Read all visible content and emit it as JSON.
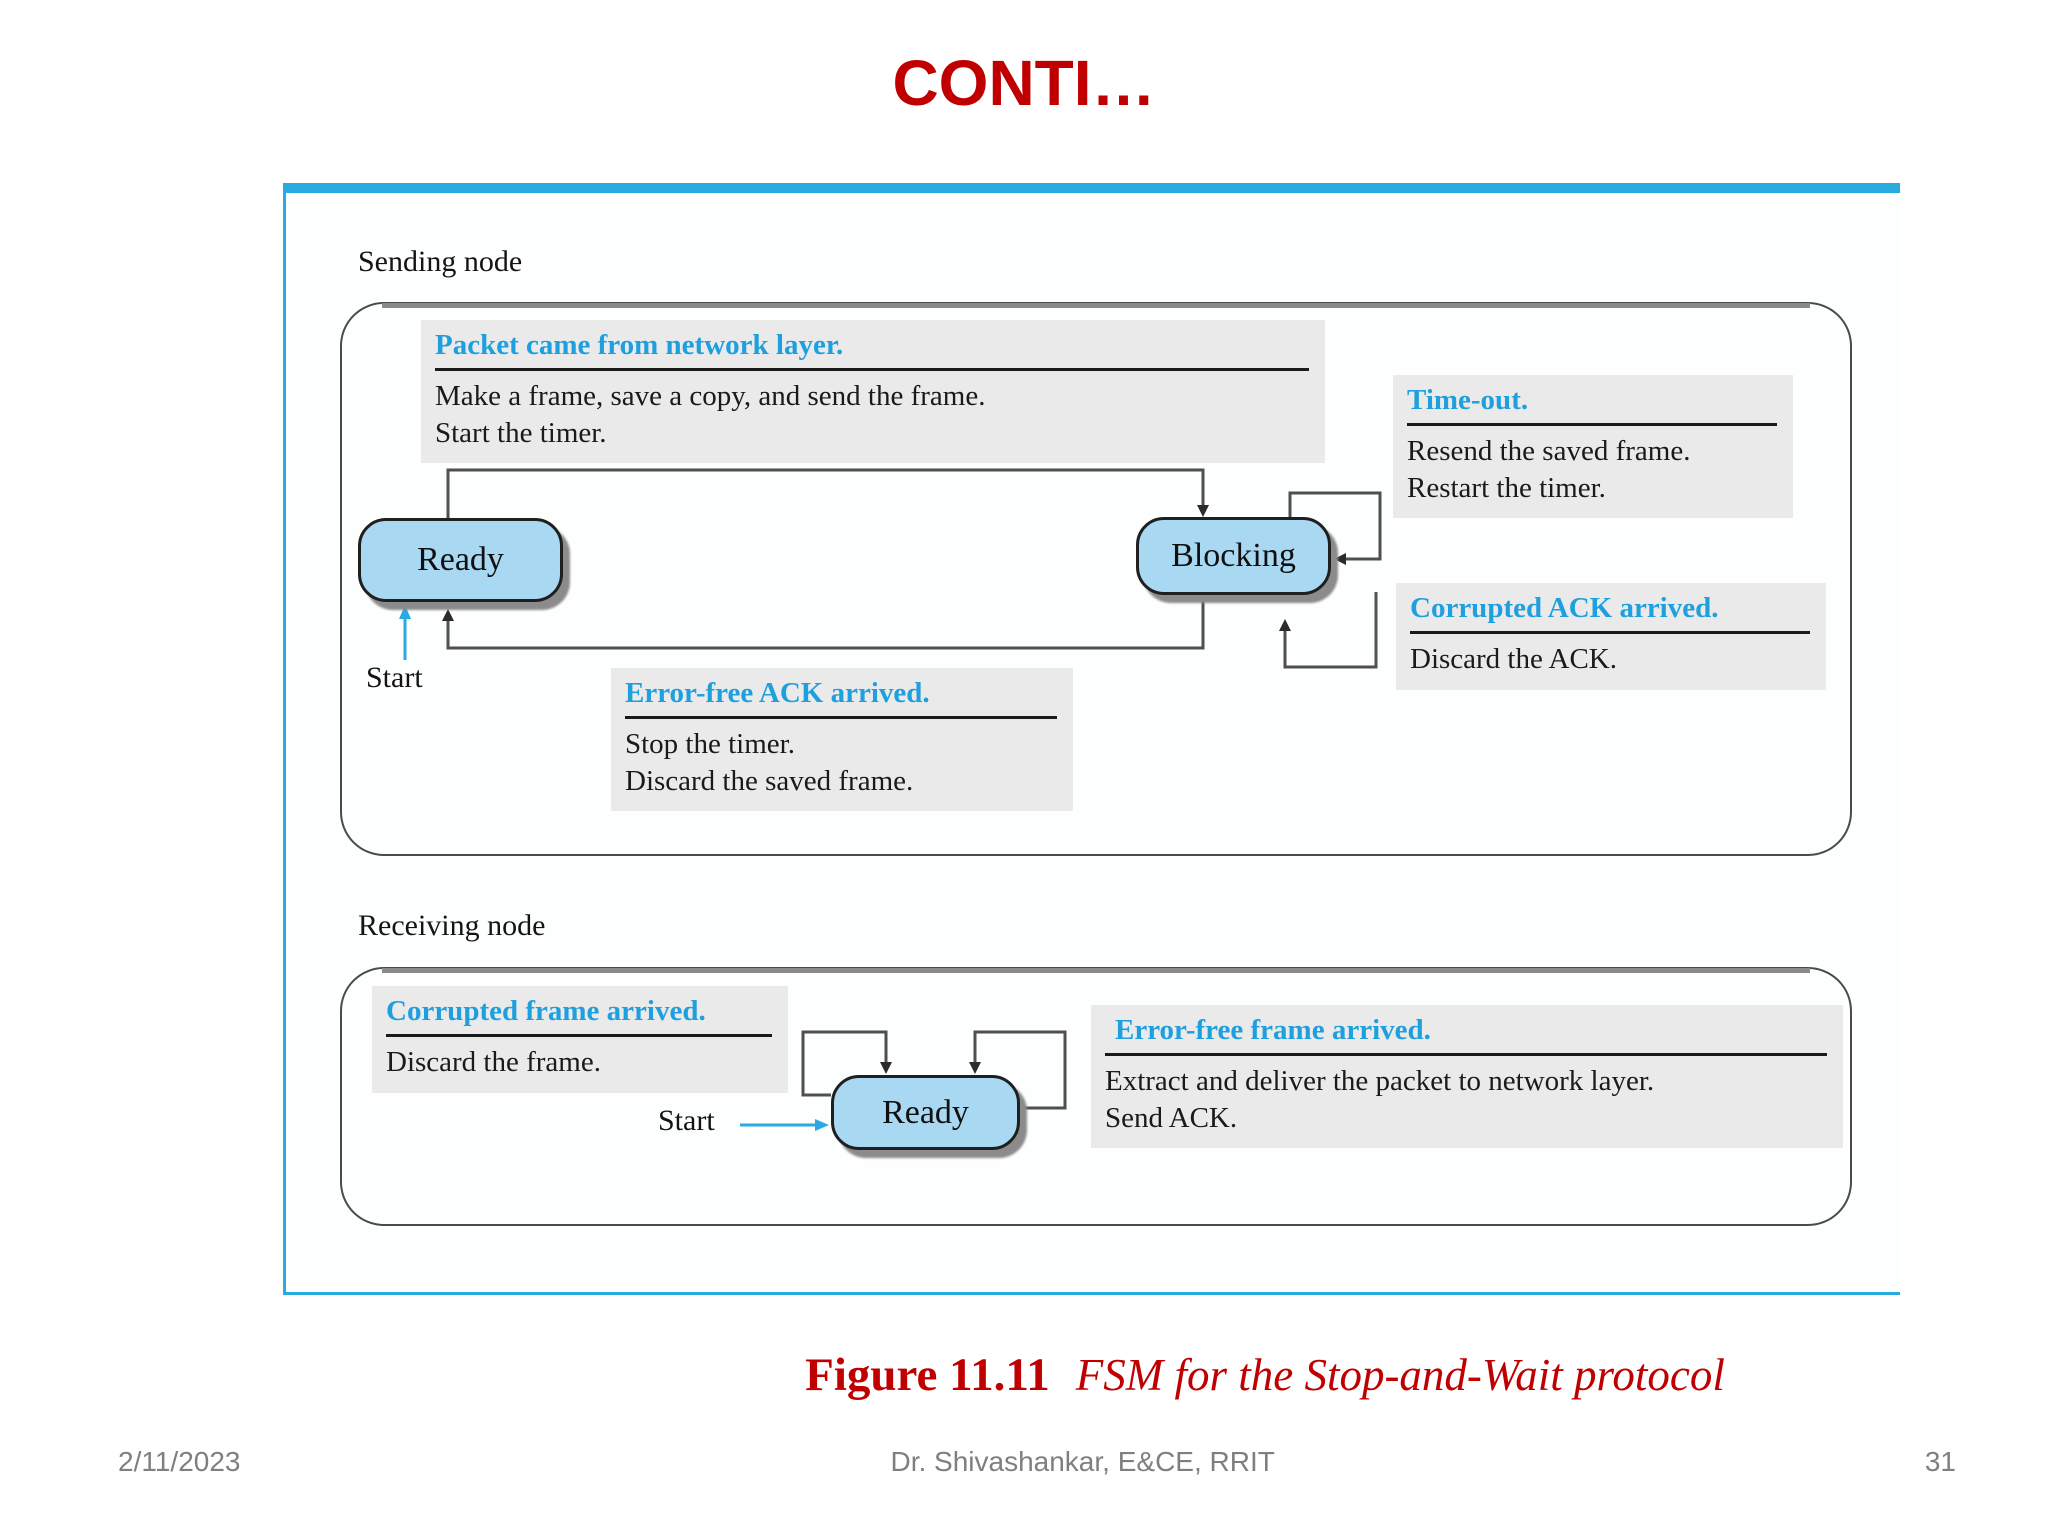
{
  "title": "CONTI…",
  "colors": {
    "accent_blue": "#29ABE2",
    "event_header_blue": "#1E9FDE",
    "title_red": "#C00000",
    "caption_red": "#C00000",
    "state_fill": "#A8D8F2",
    "event_box_bg": "#EAEAEA",
    "footer_gray": "#7f7f7f"
  },
  "sending": {
    "label": "Sending node",
    "states": {
      "ready": "Ready",
      "blocking": "Blocking"
    },
    "start_label": "Start",
    "events": {
      "packet": {
        "header": "Packet came from network layer.",
        "lines": [
          "Make a frame, save a copy, and send the frame.",
          "Start the timer."
        ]
      },
      "timeout": {
        "header": "Time-out.",
        "lines": [
          "Resend the saved frame.",
          "Restart the timer."
        ]
      },
      "corrupted_ack": {
        "header": "Corrupted ACK arrived.",
        "lines": [
          "Discard the ACK."
        ]
      },
      "error_free_ack": {
        "header": "Error-free ACK arrived.",
        "lines": [
          "Stop the timer.",
          "Discard the saved frame."
        ]
      }
    }
  },
  "receiving": {
    "label": "Receiving node",
    "states": {
      "ready": "Ready"
    },
    "start_label": "Start",
    "events": {
      "corrupted_frame": {
        "header": "Corrupted frame arrived.",
        "lines": [
          "Discard the frame."
        ]
      },
      "error_free_frame": {
        "header": "Error-free frame arrived.",
        "lines": [
          "Extract and deliver the packet to network layer.",
          "Send ACK."
        ]
      }
    }
  },
  "caption": {
    "figure": "Figure 11.11",
    "text": "FSM for the Stop-and-Wait protocol"
  },
  "footer": {
    "date": "2/11/2023",
    "center": "Dr. Shivashankar, E&CE, RRIT",
    "page": "31"
  }
}
